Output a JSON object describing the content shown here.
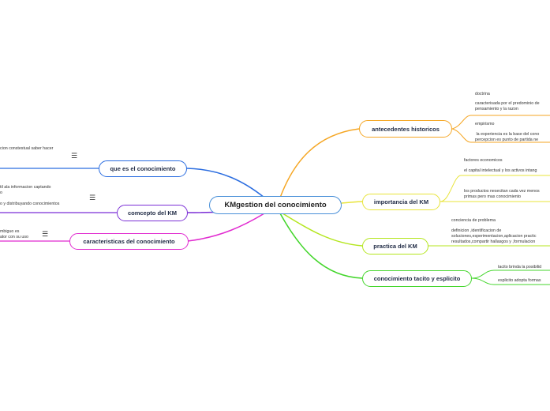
{
  "root": {
    "label": "KMgestion del conocimiento"
  },
  "right_branches": [
    {
      "label": "antecedentes historicos",
      "color": "#f5a623"
    },
    {
      "label": "importancia del KM",
      "color": "#e8e43a"
    },
    {
      "label": "practica del KM",
      "color": "#b4e61e"
    },
    {
      "label": "conocimiento tacito y esplicito",
      "color": "#44d62c"
    }
  ],
  "left_branches": [
    {
      "label": "que es el conocimiento",
      "color": "#2b6de0"
    },
    {
      "label": "comcepto del KM",
      "color": "#7b2fd6"
    },
    {
      "label": "caracteristicas del conocimiento",
      "color": "#e12bd0"
    }
  ],
  "leaves": {
    "doctrina": "doctrina",
    "caracterizada": "caracterisada por el predominio de\npensamiento y la razon",
    "empirismo": "empirismo",
    "experiencia": " la experiencia es la base del cono\npercepcion es punto de partida ne",
    "factores": "factores economicos",
    "capital": "el capital intelectual y los activos intang",
    "productos": "los productos nesecitan cada vez menos\nprimas pero mas conocimiento",
    "conciencia": "conciencia de problema",
    "definicion": "definicion ,identificacion de\nsoluciones,esperimentacion,aplicacion practic\nresultados,compartir hallasgos y ,formulacion",
    "tacito": "tacito brinda la posibilid",
    "explicito": "esplicito adopta formas",
    "que_es": "cion constestual saber hacer",
    "comcepto": "til ala informacion captando\no\n\no y distribuyando conocimientos",
    "caracteristicas": "mbiguo es\nalor con su uso"
  },
  "notes_icon": "notes-icon"
}
